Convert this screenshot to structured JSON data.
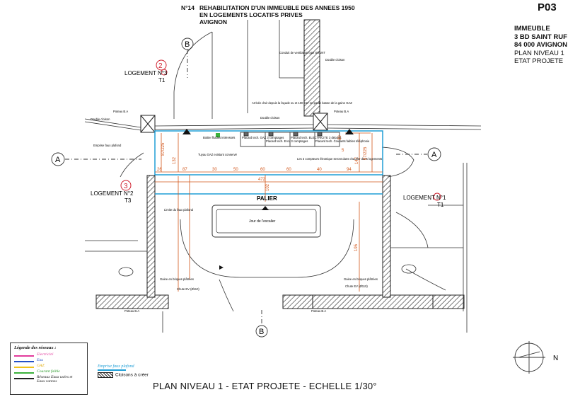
{
  "header": {
    "number": "N°14",
    "title_lines": [
      "REHABILITATION D'UN IMMEUBLE DES ANNEES 1950",
      "EN LOGEMENTS LOCATIFS PRIVES",
      "AVIGNON"
    ],
    "sheet_code": "P03"
  },
  "info_block": {
    "lines_bold": [
      "IMMEUBLE",
      "3 BD SAINT RUF",
      "84 000 AVIGNON"
    ],
    "lines_regular": [
      "PLAN NIVEAU 1",
      "ETAT PROJETE"
    ]
  },
  "bottom_title": "PLAN NIVEAU 1 - ETAT PROJETE - ECHELLE 1/30°",
  "rooms": {
    "logement3": "LOGEMENT N°3",
    "logement3_type": "T1",
    "logement2": "LOGEMENT N°2",
    "logement2_type": "T3",
    "logement1": "LOGEMENT N°1",
    "logement1_type": "T1",
    "palier": "PALIER",
    "jour_escalier": "Jour de l'escalier"
  },
  "handwritten": {
    "logement3": "2",
    "logement2": "3"
  },
  "axes": {
    "a": "A",
    "b": "B"
  },
  "compass": "N",
  "notes": {
    "conduit": "Conduit de ventilation type SHUNT",
    "double_cloison_top": "Double cloison",
    "double_cloison_left": "Double cloison",
    "double_cloison_mid": "Double cloison",
    "poteau_ba_tl": "Poteau B.A",
    "poteau_ba_tr": "Poteau B.A",
    "poteau_ba_bl": "Poteau B.A",
    "poteau_ba_bm": "Poteau B.A",
    "arrivee_air": "Arrivée d'air depuis la façade ou et 100 cm² en partie basse de la gaine GAZ",
    "emprise_faux_plafond": "Emprise faux plafond",
    "boitier": "Boitier fluides intéressés",
    "placard_gaz": "Placard tech. GAZ 3 comptages",
    "placard_eau": "Placard tech. EAU 3 comptages",
    "placard_elec": "Placard tech. ELECTRICITE 3 départs",
    "placard_courants": "Placard tech. Courants faibles téléphonie",
    "tuyau_gaz": "Tuyau GAZ existant conservé",
    "compteurs": "Les 3 compteurs électrique seront dans chauffer dans logements",
    "limite_faux_plafond": "Limite du faux plafond",
    "gaine_left": "Gaine en briques plâtrées",
    "gaine_right": "Gaine en briques plâtrées",
    "chute_left": "Chute EV (Ø110)",
    "chute_right": "Chute EV (Ø110)"
  },
  "dimensions": {
    "row1": [
      "26",
      "87",
      "30",
      "50",
      "60",
      "60",
      "40",
      "94"
    ],
    "total": "472",
    "left_vertical": "87/225",
    "left_height": "132",
    "right_vertical": "87/225",
    "right_height": "147",
    "top_small": "30",
    "top_small2": "5",
    "palier_depth": "102",
    "stair_depth": "195"
  },
  "legend": {
    "title": "Légende des réseaux :",
    "items": [
      {
        "label": "Electricité",
        "color": "#e23b9c"
      },
      {
        "label": "Eau",
        "color": "#2451c7"
      },
      {
        "label": "GAZ",
        "color": "#f1c21c"
      },
      {
        "label": "Courant faible",
        "color": "#3bb23b"
      },
      {
        "label": "Réseaux Eaux usées et Eaux vannes",
        "color": "#222222"
      }
    ],
    "false_ceiling": "Emprise faux plafond",
    "false_ceiling_color": "#1e9ed6",
    "partitions": "Cloisons à créer"
  },
  "colors": {
    "dimension": "#d2561a",
    "ceiling": "#1e9ed6",
    "handwritten": "#d0202e"
  }
}
